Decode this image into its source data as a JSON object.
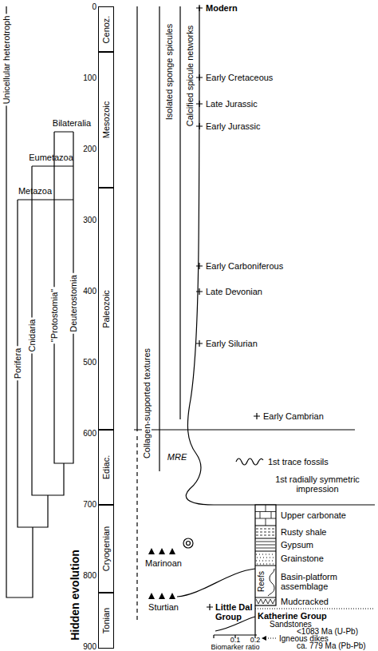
{
  "diagram": {
    "nodes": [
      {
        "text": [
          "Cenoz."
        ]
      },
      {
        "text": [
          "Mesozoic"
        ]
      },
      {
        "text": [
          "Paleozoic"
        ]
      },
      {
        "text": [
          "Ediac."
        ]
      },
      {
        "text": [
          "Cryogenian"
        ]
      },
      {
        "text": [
          "Tonian"
        ]
      }
    ],
    "labels": [
      "Unicellular heterotroph",
      "Bilateralia",
      "Eumetazoa",
      "Metazoa",
      "Porifera",
      "Cnidaria",
      "\"Protostomia\"",
      "Deuterostomia",
      "Hidden evolution",
      "0",
      "100",
      "200",
      "300",
      "400",
      "500",
      "600",
      "700",
      "800",
      "900",
      "Collagen-supported textures",
      "Isolated sponge spicules",
      "Calcified spicule networks",
      "Modern",
      "Early Cretaceous",
      "Late Jurassic",
      "Early Jurassic",
      "Early Carboniferous",
      "Late Devonian",
      "Early Silurian",
      "Early Cambrian",
      "MRE",
      "1st trace fossils",
      "1st radially symmetric impression",
      "Marinoan",
      "Sturtian",
      "Little Dal Group",
      "Upper carbonate",
      "Rusty shale",
      "Gypsum",
      "Grainstone",
      "Basin-platform assemblage",
      "Reefs",
      "Mudcracked",
      "Katherine Group",
      "Sandstones",
      "<1083 Ma (U-Pb)",
      "Igneous dikes",
      "ca. 779 Ma (Pb-Pb)",
      "0.1",
      "0.2",
      "Biomarker ratio"
    ]
  }
}
